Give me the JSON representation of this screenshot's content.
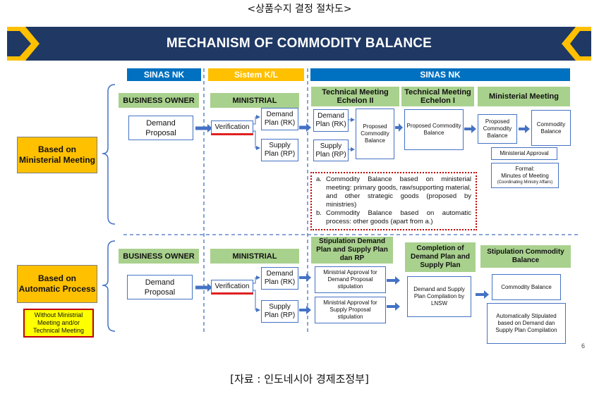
{
  "top_caption": "<상품수지 결정 절차도>",
  "bottom_caption": "[자료 : 인도네시아 경제조정부]",
  "title": "MECHANISM OF COMMODITY BALANCE",
  "columns": {
    "sinas_nk_left": "SINAS NK",
    "sistem_kl": "Sistem K/L",
    "sinas_nk_right": "SINAS NK"
  },
  "sections": {
    "ministerial": {
      "label": "Based on Ministerial Meeting",
      "business_owner": "BUSINESS OWNER",
      "demand_proposal": "Demand Proposal",
      "ministrial": "MINISTRIAL",
      "verification": "Verification",
      "demand_plan": "Demand Plan (RK)",
      "supply_plan": "Supply Plan (RP)",
      "tm2_head": "Technical Meeting Echelon II",
      "tm2_demand": "Demand Plan (RK)",
      "tm2_supply": "Supply Plan (RP)",
      "tm2_proposed": "Proposed Commodity Balance",
      "tm1_head": "Technical Meeting Echelon I",
      "tm1_proposed": "Proposed Commodity Balance",
      "mm_head": "Ministerial Meeting",
      "mm_proposed": "Proposed Commodity Balance",
      "mm_commodity": "Commodity Balance",
      "mm_approval": "Ministerial Approval",
      "mm_formal_1": "Formal:",
      "mm_formal_2": "Minutes of Meeting",
      "mm_formal_3": "(Coordinating Ministry Affairs)",
      "note_a_label": "a.",
      "note_a": "Commodity Balance based on ministerial meeting: primary goods, raw/supporting material, and other strategic goods (proposed by ministries)",
      "note_b_label": "b.",
      "note_b": "Commodity Balance based on automatic process: other goods (apart from a.)"
    },
    "automatic": {
      "label": "Based on Automatic Process",
      "without_note": "Without Ministrial Meeting and/or Technical Meeting",
      "business_owner": "BUSINESS OWNER",
      "demand_proposal": "Demand Proposal",
      "ministrial": "MINISTRIAL",
      "verification": "Verification",
      "demand_plan": "Demand Plan (RK)",
      "supply_plan": "Supply Plan (RP)",
      "stip_head": "Stipulation Demand Plan and Supply Plan dan RP",
      "approval_demand": "Ministrial Approval for Demand Proposal stipulation",
      "approval_supply": "Ministrial Approval for Supply Proposal stipulation",
      "completion_head": "Completion of Demand Plan and Supply Plan",
      "compilation": "Demand and Supply Plan Compilation by LNSW",
      "stip_cb_head": "Stipulation Commodity Balance",
      "commodity_balance": "Commodity Balance",
      "auto_stip": "Automatically Stipulated based on Demand dan Supply Plan Compilation"
    }
  },
  "page_number": "6",
  "colors": {
    "banner": "#1f3864",
    "banner_accent": "#ffc000",
    "col_blue": "#0070c0",
    "col_orange": "#ffc000",
    "group_green": "#a9d18e",
    "box_border": "#4472c4",
    "arrow": "#4472c4",
    "red": "#c00000"
  }
}
